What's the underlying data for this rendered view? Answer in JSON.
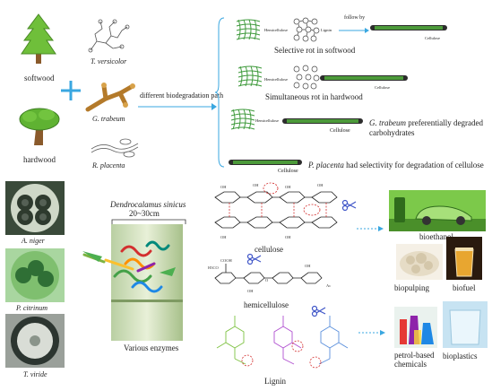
{
  "trees": {
    "softwood_label": "softwood",
    "hardwood_label": "hardwood"
  },
  "fungi": {
    "t_versicolor": "T. versicolor",
    "g_trabeum": "G. trabeum",
    "r_placenta": "R. placenta",
    "path_label": "different biodegradation path"
  },
  "rot_paths": {
    "hemicellulose_tag": "Hemicellulose",
    "lignin_tag": "Lignin",
    "follow_by": "follow by",
    "cellulose_tag": "Cellulose",
    "selective_rot": "Selective rot in softwood",
    "simultaneous_rot": "Simultaneous rot in hardwood",
    "g_trabeum_name": "G. trabeum",
    "g_trabeum_desc": "preferentially degraded carbohydrates",
    "p_placenta_name": "P. placenta",
    "p_placenta_desc": "had selectivity for degradation of cellulose"
  },
  "dishes": {
    "a_niger": "A. niger",
    "p_citrinum": "P. citrinum",
    "t_viride": "T. viride"
  },
  "bamboo": {
    "species": "Dendrocalamus sinicus",
    "size": "20~30cm",
    "enzymes_label": "Various enzymes"
  },
  "molecules": {
    "cellulose": "cellulose",
    "hemicellulose": "hemicellulose",
    "lignin": "Lignin",
    "oh": "OH",
    "cooh": "COOH",
    "h3co": "H3CO",
    "ac": "Ac",
    "o": "O"
  },
  "products": {
    "bioethanol": "bioethanol",
    "biopulping": "biopulping",
    "biofuel": "biofuel",
    "petrol_chemicals": "petrol-based chemicals",
    "bioplastics": "bioplastics"
  },
  "colors": {
    "tree_green": "#6fbf3a",
    "arrow_blue": "#3aa7e0",
    "branch_brown": "#b47a2a",
    "fiber_green": "#3f9a3c",
    "lignin_green": "#7ec242",
    "lignin_purple": "#b04fd0",
    "lignin_blue": "#5a8fdc",
    "dish_green": "#3f7f45"
  }
}
